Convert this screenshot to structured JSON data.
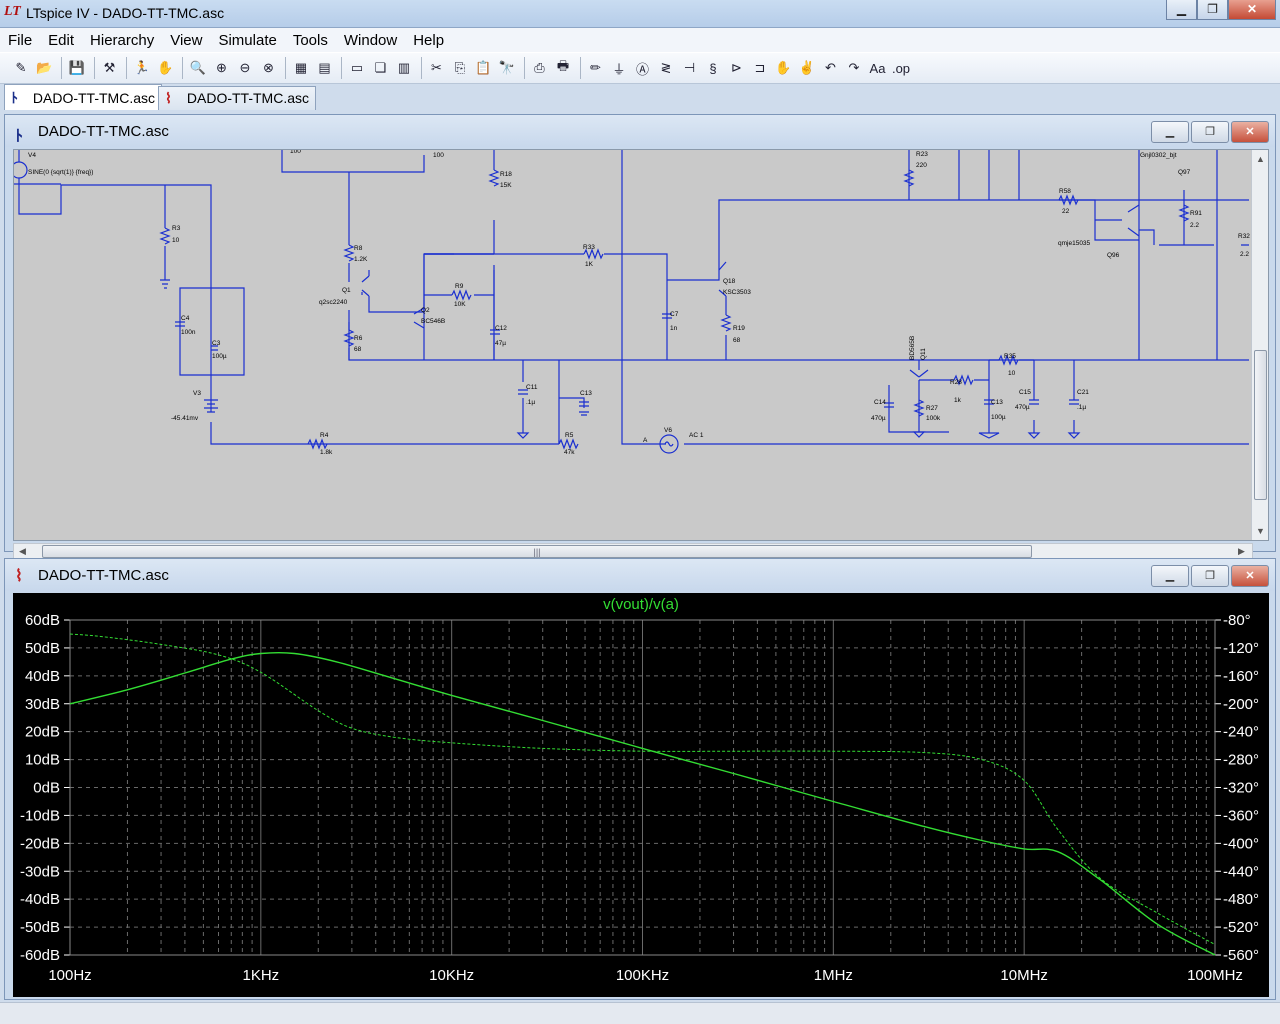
{
  "app": {
    "title": "LTspice IV - DADO-TT-TMC.asc",
    "logo": "LT"
  },
  "window_buttons": {
    "minimize": "▁",
    "maximize": "❐",
    "close": "✕"
  },
  "menu": [
    "File",
    "Edit",
    "Hierarchy",
    "View",
    "Simulate",
    "Tools",
    "Window",
    "Help"
  ],
  "toolbar": {
    "icons": [
      "new-schematic-icon",
      "open-icon",
      "sep",
      "save-icon",
      "sep",
      "control-panel-icon",
      "sep",
      "run-icon",
      "pan-icon",
      "sep",
      "zoom-in-icon",
      "zoom-area-icon",
      "zoom-out-icon",
      "zoom-fit-icon",
      "sep",
      "autorange-icon",
      "grid-icon",
      "sep",
      "tile-horizontal-icon",
      "cascade-icon",
      "tile-vertical-icon",
      "sep",
      "cut-icon",
      "copy-icon",
      "paste-icon",
      "find-icon",
      "sep",
      "print-setup-icon",
      "print-icon",
      "sep",
      "wire-icon",
      "ground-icon",
      "label-icon",
      "resistor-icon",
      "capacitor-icon",
      "inductor-icon",
      "diode-icon",
      "component-icon",
      "rotate-icon",
      "mirror-icon",
      "undo-icon",
      "redo-icon",
      "text-icon",
      "spice-directive-icon"
    ],
    "glyphs": {
      "new-schematic-icon": "✎",
      "open-icon": "📂",
      "save-icon": "💾",
      "control-panel-icon": "⚒",
      "run-icon": "🏃",
      "pan-icon": "✋",
      "zoom-in-icon": "🔍",
      "zoom-area-icon": "⊕",
      "zoom-out-icon": "⊖",
      "zoom-fit-icon": "⊗",
      "autorange-icon": "▦",
      "grid-icon": "▤",
      "tile-horizontal-icon": "▭",
      "cascade-icon": "❏",
      "tile-vertical-icon": "▥",
      "cut-icon": "✂",
      "copy-icon": "⎘",
      "paste-icon": "📋",
      "find-icon": "🔭",
      "print-setup-icon": "⎙",
      "print-icon": "🖶",
      "wire-icon": "✏",
      "ground-icon": "⏚",
      "label-icon": "Ⓐ",
      "resistor-icon": "≷",
      "capacitor-icon": "⊣",
      "inductor-icon": "§",
      "diode-icon": "⊳",
      "component-icon": "⊐",
      "rotate-icon": "✋",
      "mirror-icon": "✌",
      "undo-icon": "↶",
      "redo-icon": "↷",
      "text-icon": "Aa",
      "spice-directive-icon": ".op"
    }
  },
  "tabs": [
    {
      "label": "DADO-TT-TMC.asc",
      "kind": "schematic",
      "active": true
    },
    {
      "label": "DADO-TT-TMC.asc",
      "kind": "plot",
      "active": false
    }
  ],
  "schematic_window": {
    "title": "DADO-TT-TMC.asc"
  },
  "plot_window": {
    "title": "DADO-TT-TMC.asc",
    "trace_label": "v(vout)/v(a)"
  },
  "schematic_labels": {
    "V4": "V4",
    "V4_val": "SINE(0 {sqrt(1)} {freq})",
    "R3": "R3",
    "R3_val": "10",
    "C4": "C4",
    "C4_val": "100n",
    "C3": "C3",
    "C3_val": "100µ",
    "V3": "V3",
    "V3_val": "-45.41mv",
    "R4": "R4",
    "R4_val": "1.8k",
    "top_100a": "100",
    "top_100b": "100",
    "R18": "R18",
    "R18_val": "15K",
    "R8": "R8",
    "R8_val": "1.2K",
    "Q1": "Q1",
    "Q1_val": "q2sc2240",
    "Q2": "Q2",
    "Q2_val": "BC546B",
    "R6": "R6",
    "R6_val": "68",
    "R9": "R9",
    "R9_val": "10K",
    "C12": "C12",
    "C12_val": "47µ",
    "R33": "R33",
    "R33_val": "1K",
    "C7": "C7",
    "C7_val": "1n",
    "Q18": "Q18",
    "Q18_val": "KSC3503",
    "R19": "R19",
    "R19_val": "68",
    "C11": "C11",
    "C11_val": ".1µ",
    "C13a": "C13",
    "R5": "R5",
    "R5_val": "47k",
    "V6": "V6",
    "V6_val": "AC 1",
    "A_label": "A",
    "R23": "R23",
    "R23_val": "220",
    "R58": "R58",
    "R58_val": "22",
    "Q95": "qmje15035",
    "Q96": "Q96",
    "Gnjl": "Gnjl0302_bjt",
    "Q97": "Q97",
    "R91": "R91",
    "R91_val": "2.2",
    "R32": "R32",
    "R32_val": "2.2",
    "Q11": "Q11",
    "Q11_val": "BD565B",
    "R35": "R35",
    "R35_val": "10",
    "R28": "R28",
    "R28_val": "1k",
    "C14": "C14",
    "C14_val": "470µ",
    "R27": "R27",
    "R27_val": "100k",
    "C13b": "C13",
    "C13b_val": "100µ",
    "C15": "C15",
    "C15_val": "470µ",
    "C21": "C21",
    "C21_val": ".1µ"
  },
  "chart_data": {
    "type": "line",
    "title": "v(vout)/v(a)",
    "x_scale": "log",
    "xlim": [
      100,
      100000000
    ],
    "x_ticks": [
      "100Hz",
      "1KHz",
      "10KHz",
      "100KHz",
      "1MHz",
      "10MHz",
      "100MHz"
    ],
    "y_left_ticks": [
      "60dB",
      "50dB",
      "40dB",
      "30dB",
      "20dB",
      "10dB",
      "0dB",
      "-10dB",
      "-20dB",
      "-30dB",
      "-40dB",
      "-50dB",
      "-60dB"
    ],
    "y_left_lim": [
      -60,
      60
    ],
    "y_right_ticks": [
      "-80°",
      "-120°",
      "-160°",
      "-200°",
      "-240°",
      "-280°",
      "-320°",
      "-360°",
      "-400°",
      "-440°",
      "-480°",
      "-520°",
      "-560°"
    ],
    "y_right_lim": [
      -560,
      -80
    ],
    "grid": true,
    "colors": {
      "background": "#000000",
      "trace": "#33dd33",
      "grid": "#6a6a6a",
      "axis_text": "#ffffff",
      "title": "#33dd33"
    },
    "series": [
      {
        "style": "solid",
        "axis": "left",
        "x": [
          100,
          200,
          400,
          700,
          1000,
          1500,
          2500,
          5000,
          10000,
          30000,
          100000,
          300000,
          1000000,
          3000000,
          6000000,
          10000000,
          15000000,
          25000000,
          50000000,
          100000000
        ],
        "y": [
          30,
          35,
          41,
          46,
          48,
          48,
          45,
          39,
          33,
          24,
          14,
          5,
          -5,
          -14,
          -19,
          -22,
          -23,
          -33,
          -49,
          -60
        ]
      },
      {
        "style": "dashed",
        "axis": "right",
        "x": [
          100,
          150,
          300,
          600,
          1000,
          2000,
          3000,
          5000,
          10000,
          30000,
          100000,
          300000,
          1000000,
          3000000,
          6000000,
          10000000,
          15000000,
          25000000,
          50000000,
          100000000
        ],
        "y": [
          -100,
          -104,
          -115,
          -130,
          -155,
          -210,
          -235,
          -248,
          -256,
          -264,
          -268,
          -268,
          -268,
          -270,
          -280,
          -310,
          -380,
          -450,
          -500,
          -545
        ]
      }
    ]
  }
}
